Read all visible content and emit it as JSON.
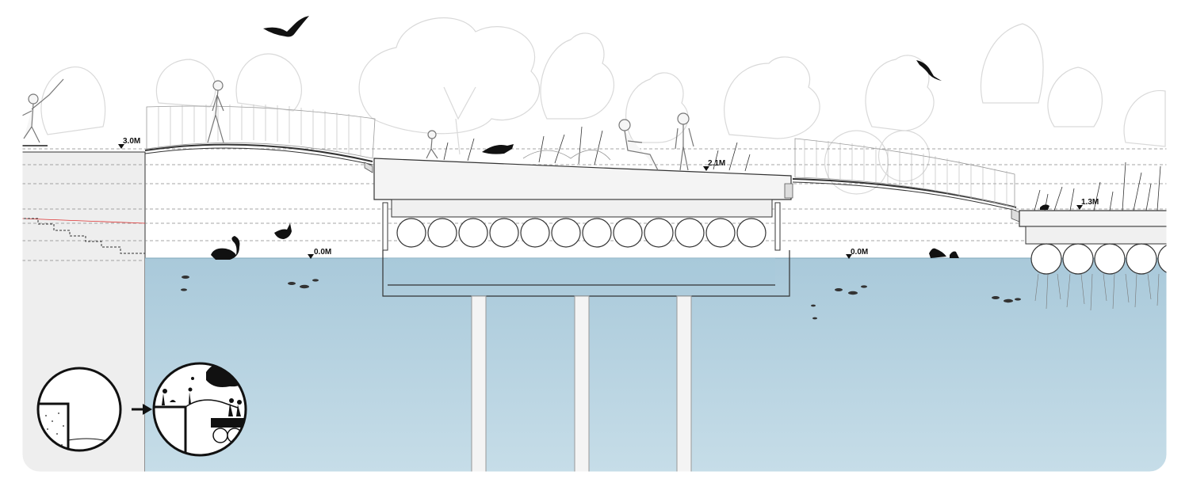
{
  "levels": {
    "left_wall": "3.0M",
    "central_platform": "2.1M",
    "right_platform": "1.3M",
    "water_left": "0.0M",
    "water_right": "0.0M"
  },
  "inset": {
    "before_icon": "cross-section-before",
    "arrow_icon": "arrow-right",
    "after_icon": "cross-section-after"
  },
  "colors": {
    "water_top": "#a9c9da",
    "water_bottom": "#c3dbe7",
    "wall": "#eeeeee",
    "line": "#555555",
    "silhouette": "#111111"
  }
}
